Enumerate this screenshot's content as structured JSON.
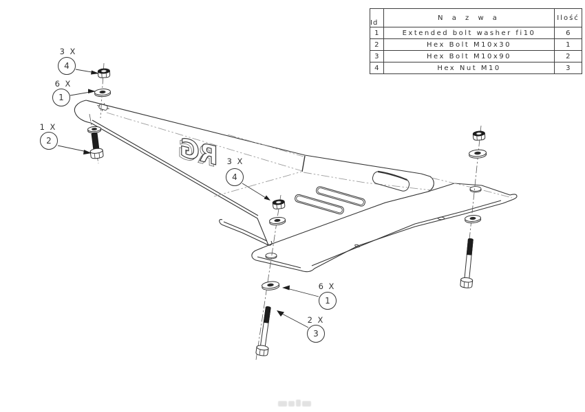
{
  "drawing": {
    "type": "exploded assembly technical drawing",
    "subject": "vehicle skid plate with mounting hardware",
    "logo_text": "RG",
    "line_color": "#333333",
    "phantom_line_color": "#9b9b9b",
    "centerline_color": "#555555",
    "hardware_fill": "#1d1d1d"
  },
  "bom": {
    "headers": {
      "id": "Id",
      "name": "N a z w a",
      "qty": "Ilość"
    },
    "rows": [
      {
        "id": "1",
        "name": "Extended bolt washer fi10",
        "qty": "6"
      },
      {
        "id": "2",
        "name": "Hex Bolt M10x30",
        "qty": "1"
      },
      {
        "id": "3",
        "name": "Hex Bolt M10x90",
        "qty": "2"
      },
      {
        "id": "4",
        "name": "Hex Nut M10",
        "qty": "3"
      }
    ]
  },
  "callouts": [
    {
      "count": "3 X",
      "id": "4",
      "target": "hex-nut-top-left"
    },
    {
      "count": "6 X",
      "id": "1",
      "target": "washer-top-left"
    },
    {
      "count": "1 X",
      "id": "2",
      "target": "hex-bolt-m10x30"
    },
    {
      "count": "3 X",
      "id": "4",
      "target": "hex-nut-middle"
    },
    {
      "count": "6 X",
      "id": "1",
      "target": "washer-bottom"
    },
    {
      "count": "2 X",
      "id": "3",
      "target": "hex-bolt-m10x90"
    }
  ]
}
